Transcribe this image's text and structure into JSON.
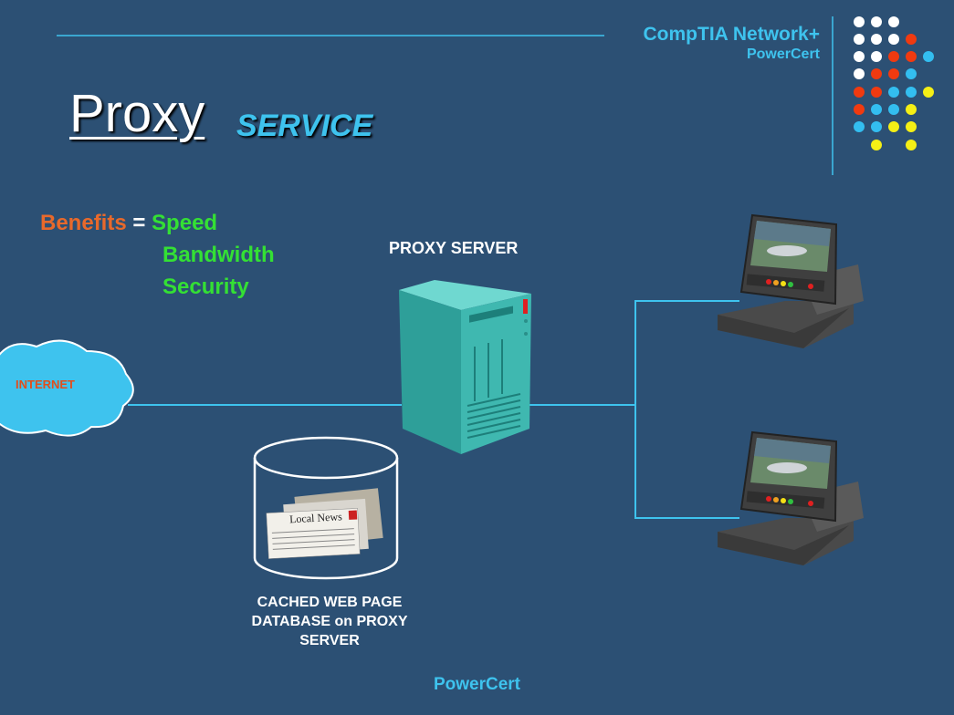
{
  "brand": {
    "title": "CompTIA Network+",
    "subtitle": "PowerCert"
  },
  "slide": {
    "title": "Proxy",
    "subtitle": "SERVICE"
  },
  "benefits": {
    "label": "Benefits",
    "eq": "=",
    "items": [
      "Speed",
      "Bandwidth",
      "Security"
    ]
  },
  "diagram": {
    "internet_label": "INTERNET",
    "proxy_label": "PROXY SERVER",
    "cache_label_lines": [
      "CACHED WEB PAGE",
      "DATABASE on PROXY",
      "SERVER"
    ],
    "newspaper_text": "Local News"
  },
  "footer": {
    "text": "PowerCert"
  },
  "colors": {
    "background": "#2c5074",
    "accent": "#3ec3ee",
    "orange": "#e8692b",
    "green": "#34e034",
    "server": "#35a8a2"
  }
}
